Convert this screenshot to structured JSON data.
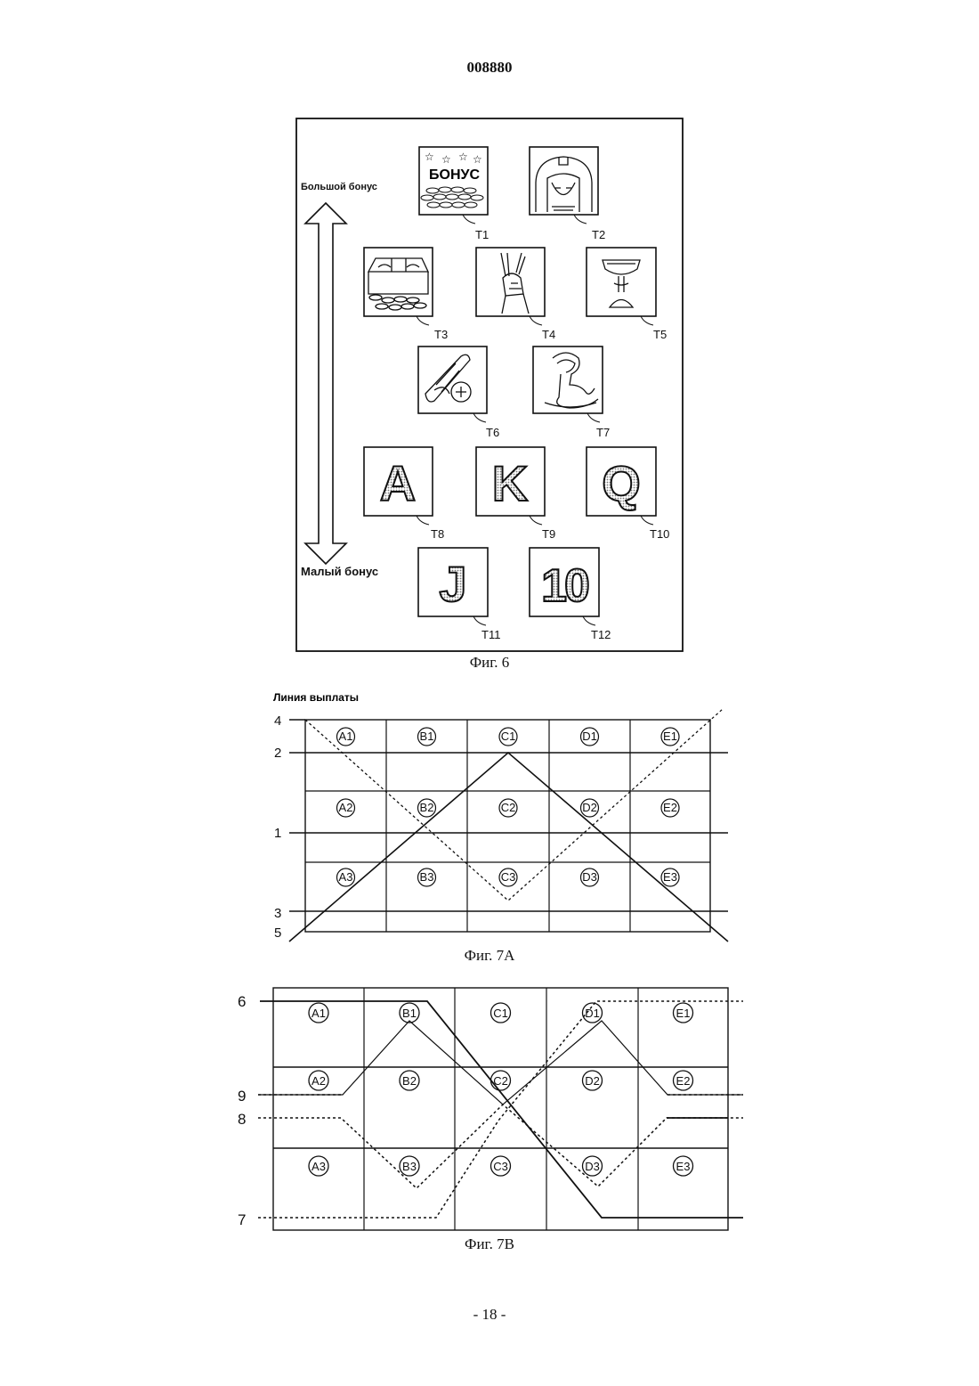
{
  "header": {
    "doc_number": "008880"
  },
  "fig6": {
    "caption": "Фиг. 6",
    "arrow_top_label": "Большой бонус",
    "arrow_bottom_label": "Малый бонус",
    "bonus_text": "БОНУС",
    "symbols": [
      {
        "id": "T1",
        "label": "T1",
        "icon": "bonus-coins-icon"
      },
      {
        "id": "T2",
        "label": "T2",
        "icon": "pharaoh-icon"
      },
      {
        "id": "T3",
        "label": "T3",
        "icon": "treasure-chest-icon"
      },
      {
        "id": "T4",
        "label": "T4",
        "icon": "horus-icon"
      },
      {
        "id": "T5",
        "label": "T5",
        "icon": "chalice-icon"
      },
      {
        "id": "T6",
        "label": "T6",
        "icon": "scroll-compass-icon"
      },
      {
        "id": "T7",
        "label": "T7",
        "icon": "cobra-icon"
      },
      {
        "id": "T8",
        "label": "T8",
        "icon": "letter-a-icon",
        "glyph": "A"
      },
      {
        "id": "T9",
        "label": "T9",
        "icon": "letter-k-icon",
        "glyph": "K"
      },
      {
        "id": "T10",
        "label": "T10",
        "icon": "letter-q-icon",
        "glyph": "Q"
      },
      {
        "id": "T11",
        "label": "T11",
        "icon": "letter-j-icon",
        "glyph": "J"
      },
      {
        "id": "T12",
        "label": "T12",
        "icon": "number-10-icon",
        "glyph": "10"
      }
    ]
  },
  "fig7a": {
    "caption": "Фиг. 7А",
    "title": "Линия выплаты",
    "line_labels": [
      "4",
      "2",
      "1",
      "3",
      "5"
    ],
    "cells": [
      [
        "A1",
        "B1",
        "C1",
        "D1",
        "E1"
      ],
      [
        "A2",
        "B2",
        "C2",
        "D2",
        "E2"
      ],
      [
        "A3",
        "B3",
        "C3",
        "D3",
        "E3"
      ]
    ]
  },
  "fig7b": {
    "caption": "Фиг. 7B",
    "line_labels": [
      "6",
      "9",
      "8",
      "7"
    ],
    "cells": [
      [
        "A1",
        "B1",
        "C1",
        "D1",
        "E1"
      ],
      [
        "A2",
        "B2",
        "C2",
        "D2",
        "E2"
      ],
      [
        "A3",
        "B3",
        "C3",
        "D3",
        "E3"
      ]
    ]
  },
  "footer": {
    "page_number": "- 18 -"
  }
}
